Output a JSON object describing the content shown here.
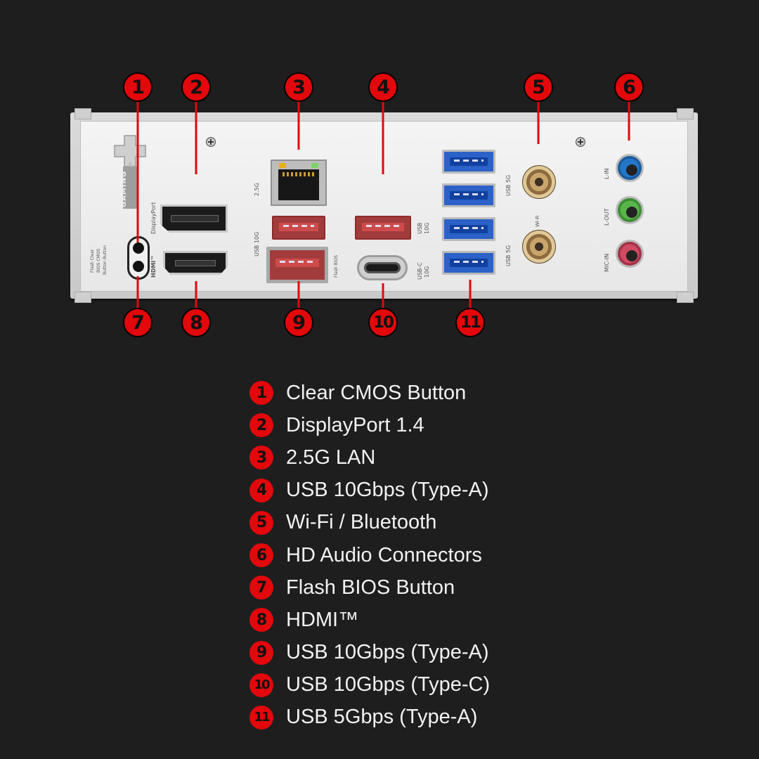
{
  "callouts": [
    "1",
    "2",
    "3",
    "4",
    "5",
    "6",
    "7",
    "8",
    "9",
    "10",
    "11"
  ],
  "plate_labels": {
    "gaming": "GAMING",
    "displayport": "DisplayPort",
    "hdmi": "HDMI™",
    "flash_clear": "Flash Clear",
    "bios_cmos": "BIOS CMOS",
    "button_button": "Button Button",
    "lan": "2.5G",
    "usb10g_left": "USB 10G",
    "flash_bios": "Flash BIOS",
    "usb_right": "USB",
    "usb_right_speed": "10G",
    "usbc": "USB-C",
    "usbc_speed": "10G",
    "usb5g_top": "USB 5G",
    "wifi": "Wi-Fi",
    "usb5g_bottom": "USB 5G",
    "line_in": "L-IN",
    "line_out": "L-OUT",
    "mic_in": "MIC-IN"
  },
  "legend": [
    {
      "num": "1",
      "label": "Clear CMOS Button"
    },
    {
      "num": "2",
      "label": "DisplayPort 1.4"
    },
    {
      "num": "3",
      "label": "2.5G LAN"
    },
    {
      "num": "4",
      "label": "USB 10Gbps (Type-A)"
    },
    {
      "num": "5",
      "label": "Wi-Fi / Bluetooth"
    },
    {
      "num": "6",
      "label": "HD Audio Connectors"
    },
    {
      "num": "7",
      "label": "Flash BIOS Button"
    },
    {
      "num": "8",
      "label": "HDMI™"
    },
    {
      "num": "9",
      "label": "USB 10Gbps (Type-A)"
    },
    {
      "num": "10",
      "label": "USB 10Gbps (Type-C)"
    },
    {
      "num": "11",
      "label": "USB 5Gbps (Type-A)"
    }
  ],
  "colors": {
    "background": "#1e1e1e",
    "callout_red": "#e2080b",
    "usb5g_blue": "#2c62c7",
    "usb10g_red": "#a23c3c"
  }
}
